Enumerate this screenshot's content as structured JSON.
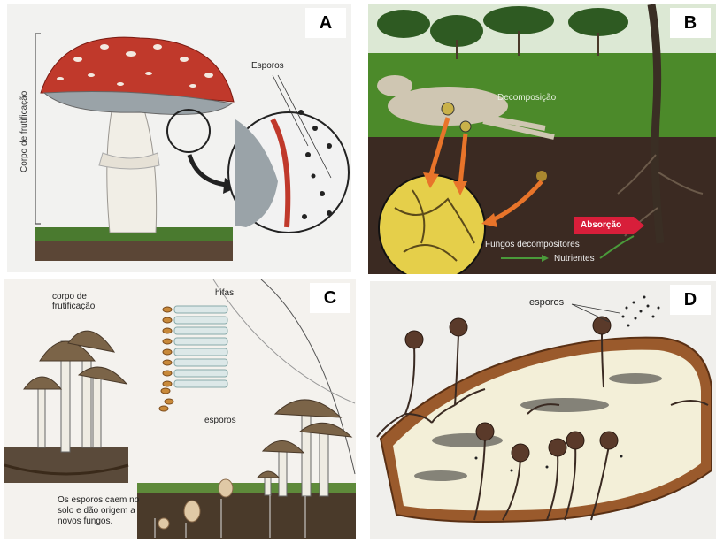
{
  "panels": {
    "a": {
      "letter": "A",
      "label_spores": "Esporos",
      "label_body": "Corpo de frutificação"
    },
    "b": {
      "letter": "B",
      "label_decomp": "Decomposição",
      "label_absorb": "Absorção",
      "label_fungi": "Fungos decompositores",
      "label_nutrients": "Nutrientes"
    },
    "c": {
      "letter": "C",
      "label_body": "corpo de frutificação",
      "label_hyphae": "hifas",
      "label_spores": "esporos",
      "label_caption": "Os esporos caem no solo e dão origem a novos fungos."
    },
    "d": {
      "letter": "D",
      "label_spores": "esporos"
    }
  },
  "colors": {
    "cap_red": "#c0392b",
    "grass": "#4c8a2a",
    "soil": "#3b2a22",
    "arrow_orange": "#e8742a",
    "absorb_red": "#d81e3a",
    "bread_crust": "#9a5a2c"
  }
}
